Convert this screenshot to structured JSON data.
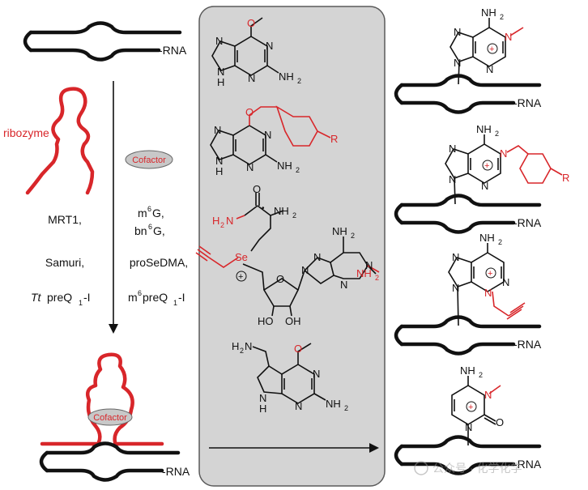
{
  "colors": {
    "black": "#111111",
    "red": "#d8262a",
    "panel_fill": "#d4d4d4",
    "panel_stroke": "#5a5a5a",
    "cofactor_fill": "#c8c8c8"
  },
  "labels": {
    "rna": "-RNA",
    "ribozyme": "ribozyme",
    "cofactor": "Cofactor",
    "ribozymes": [
      "MRT1,",
      "Samuri,",
      "preQ",
      "-I",
      "Tt"
    ],
    "cofactors": [
      "m",
      "G,",
      "bn",
      "G,",
      "proSeDMA,",
      "m",
      "preQ",
      "-I"
    ],
    "sup6": "6",
    "sub1": "1"
  },
  "atoms": {
    "nh2": "NH",
    "sub2": "2",
    "nh": "N",
    "h": "H",
    "n": "N",
    "o": "O",
    "r": "R",
    "se": "Se",
    "h2n": "H",
    "h2n_n": "N",
    "ho": "HO",
    "oh": "OH",
    "plus": "+",
    "dot": "•"
  },
  "watermark": "公众号 · 化学化学"
}
